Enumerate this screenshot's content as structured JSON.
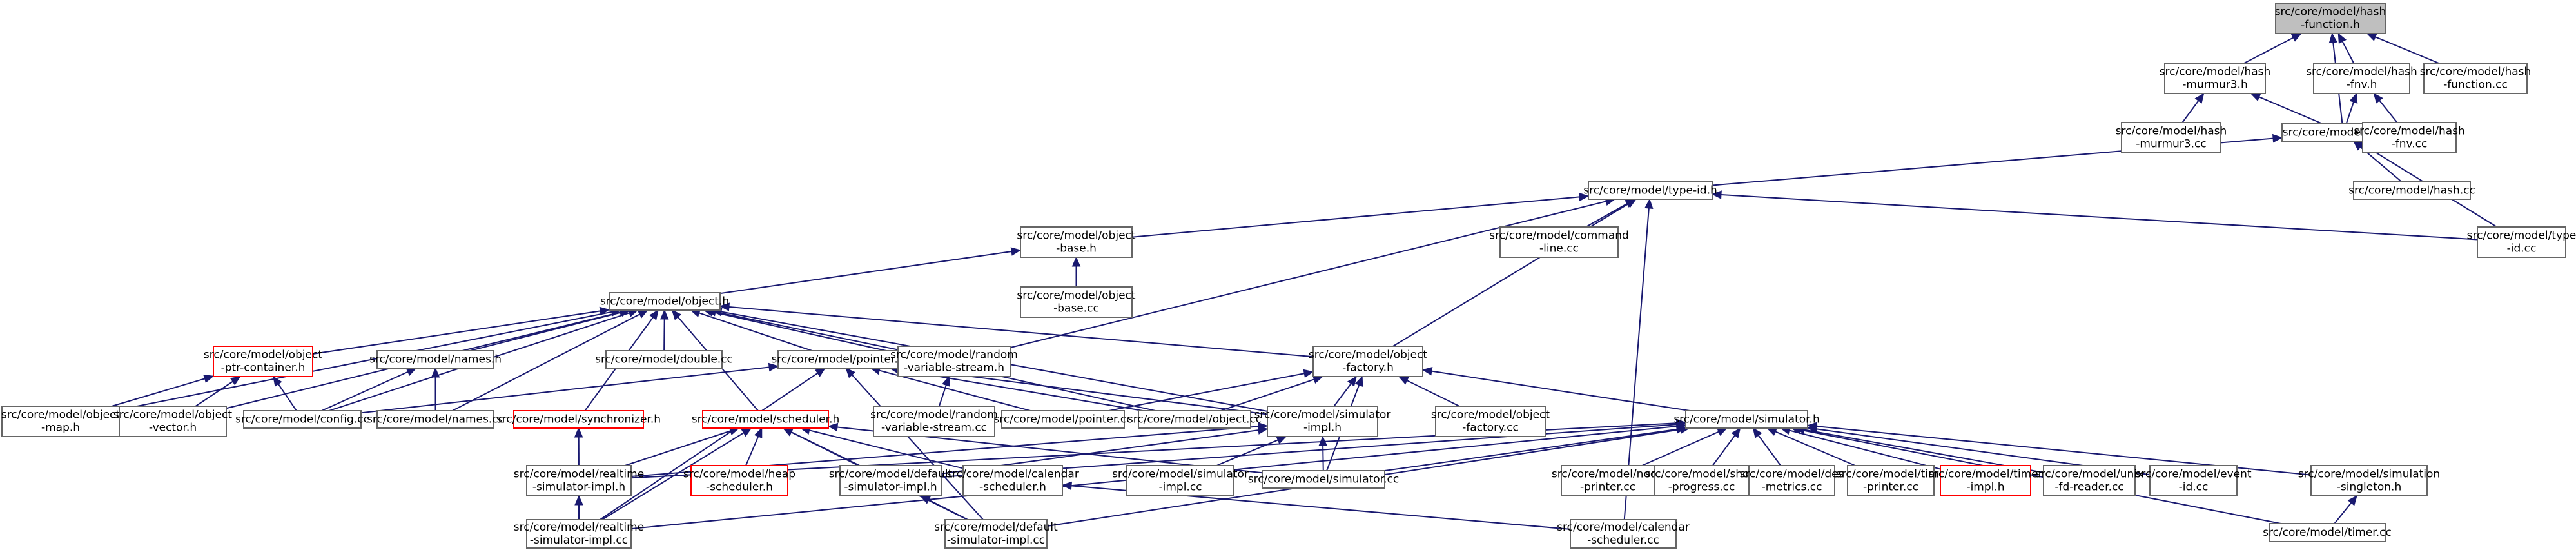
{
  "graph": {
    "colors": {
      "root_fill": "#bfbfbf",
      "edge": "#191970",
      "border": "#666666",
      "truncated_border": "#ff0000"
    },
    "nodes": [
      {
        "id": "hash-function-h",
        "lines": [
          "src/core/model/hash",
          "-function.h"
        ],
        "root": true
      },
      {
        "id": "hash-murmur3-h",
        "lines": [
          "src/core/model/hash",
          "-murmur3.h"
        ]
      },
      {
        "id": "hash-fnv-h",
        "lines": [
          "src/core/model/hash",
          "-fnv.h"
        ]
      },
      {
        "id": "hash-function-cc",
        "lines": [
          "src/core/model/hash",
          "-function.cc"
        ]
      },
      {
        "id": "hash-murmur3-cc",
        "lines": [
          "src/core/model/hash",
          "-murmur3.cc"
        ]
      },
      {
        "id": "hash-h",
        "lines": [
          "src/core/model/hash.h"
        ]
      },
      {
        "id": "hash-fnv-cc",
        "lines": [
          "src/core/model/hash",
          "-fnv.cc"
        ]
      },
      {
        "id": "type-id-h",
        "lines": [
          "src/core/model/type-id.h"
        ]
      },
      {
        "id": "hash-cc",
        "lines": [
          "src/core/model/hash.cc"
        ]
      },
      {
        "id": "object-base-h",
        "lines": [
          "src/core/model/object",
          "-base.h"
        ]
      },
      {
        "id": "command-line-cc",
        "lines": [
          "src/core/model/command",
          "-line.cc"
        ]
      },
      {
        "id": "type-id-cc",
        "lines": [
          "src/core/model/type",
          "-id.cc"
        ]
      },
      {
        "id": "object-base-cc",
        "lines": [
          "src/core/model/object",
          "-base.cc"
        ]
      },
      {
        "id": "object-h",
        "lines": [
          "src/core/model/object.h"
        ]
      },
      {
        "id": "object-ptr-container-h",
        "lines": [
          "src/core/model/object",
          "-ptr-container.h"
        ],
        "truncated": true
      },
      {
        "id": "names-h",
        "lines": [
          "src/core/model/names.h"
        ]
      },
      {
        "id": "double-cc",
        "lines": [
          "src/core/model/double.cc"
        ]
      },
      {
        "id": "pointer-h",
        "lines": [
          "src/core/model/pointer.h"
        ]
      },
      {
        "id": "random-variable-stream-h",
        "lines": [
          "src/core/model/random",
          "-variable-stream.h"
        ]
      },
      {
        "id": "object-factory-h",
        "lines": [
          "src/core/model/object",
          "-factory.h"
        ]
      },
      {
        "id": "object-map-h",
        "lines": [
          "src/core/model/object",
          "-map.h"
        ]
      },
      {
        "id": "object-vector-h",
        "lines": [
          "src/core/model/object",
          "-vector.h"
        ]
      },
      {
        "id": "config-cc",
        "lines": [
          "src/core/model/config.cc"
        ]
      },
      {
        "id": "names-cc",
        "lines": [
          "src/core/model/names.cc"
        ]
      },
      {
        "id": "synchronizer-h",
        "lines": [
          "src/core/model/synchronizer.h"
        ],
        "truncated": true
      },
      {
        "id": "scheduler-h",
        "lines": [
          "src/core/model/scheduler.h"
        ],
        "truncated": true
      },
      {
        "id": "random-variable-stream-cc",
        "lines": [
          "src/core/model/random",
          "-variable-stream.cc"
        ]
      },
      {
        "id": "pointer-cc",
        "lines": [
          "src/core/model/pointer.cc"
        ]
      },
      {
        "id": "object-cc",
        "lines": [
          "src/core/model/object.cc"
        ]
      },
      {
        "id": "simulator-impl-h",
        "lines": [
          "src/core/model/simulator",
          "-impl.h"
        ]
      },
      {
        "id": "object-factory-cc",
        "lines": [
          "src/core/model/object",
          "-factory.cc"
        ]
      },
      {
        "id": "simulator-h",
        "lines": [
          "src/core/model/simulator.h"
        ]
      },
      {
        "id": "realtime-simulator-impl-h",
        "lines": [
          "src/core/model/realtime",
          "-simulator-impl.h"
        ]
      },
      {
        "id": "heap-scheduler-h",
        "lines": [
          "src/core/model/heap",
          "-scheduler.h"
        ],
        "truncated": true
      },
      {
        "id": "default-simulator-impl-h",
        "lines": [
          "src/core/model/default",
          "-simulator-impl.h"
        ]
      },
      {
        "id": "calendar-scheduler-h",
        "lines": [
          "src/core/model/calendar",
          "-scheduler.h"
        ]
      },
      {
        "id": "simulator-impl-cc",
        "lines": [
          "src/core/model/simulator",
          "-impl.cc"
        ]
      },
      {
        "id": "simulator-cc",
        "lines": [
          "src/core/model/simulator.cc"
        ]
      },
      {
        "id": "node-printer-cc",
        "lines": [
          "src/core/model/node",
          "-printer.cc"
        ]
      },
      {
        "id": "show-progress-cc",
        "lines": [
          "src/core/model/show",
          "-progress.cc"
        ]
      },
      {
        "id": "des-metrics-cc",
        "lines": [
          "src/core/model/des",
          "-metrics.cc"
        ]
      },
      {
        "id": "time-printer-cc",
        "lines": [
          "src/core/model/time",
          "-printer.cc"
        ]
      },
      {
        "id": "timer-impl-h",
        "lines": [
          "src/core/model/timer",
          "-impl.h"
        ],
        "truncated": true
      },
      {
        "id": "unix-fd-reader-cc",
        "lines": [
          "src/core/model/unix",
          "-fd-reader.cc"
        ]
      },
      {
        "id": "event-id-cc",
        "lines": [
          "src/core/model/event",
          "-id.cc"
        ]
      },
      {
        "id": "simulation-singleton-h",
        "lines": [
          "src/core/model/simulation",
          "-singleton.h"
        ]
      },
      {
        "id": "realtime-simulator-impl-cc",
        "lines": [
          "src/core/model/realtime",
          "-simulator-impl.cc"
        ]
      },
      {
        "id": "default-simulator-impl-cc",
        "lines": [
          "src/core/model/default",
          "-simulator-impl.cc"
        ]
      },
      {
        "id": "calendar-scheduler-cc",
        "lines": [
          "src/core/model/calendar",
          "-scheduler.cc"
        ]
      },
      {
        "id": "timer-cc",
        "lines": [
          "src/core/model/timer.cc"
        ]
      }
    ]
  }
}
